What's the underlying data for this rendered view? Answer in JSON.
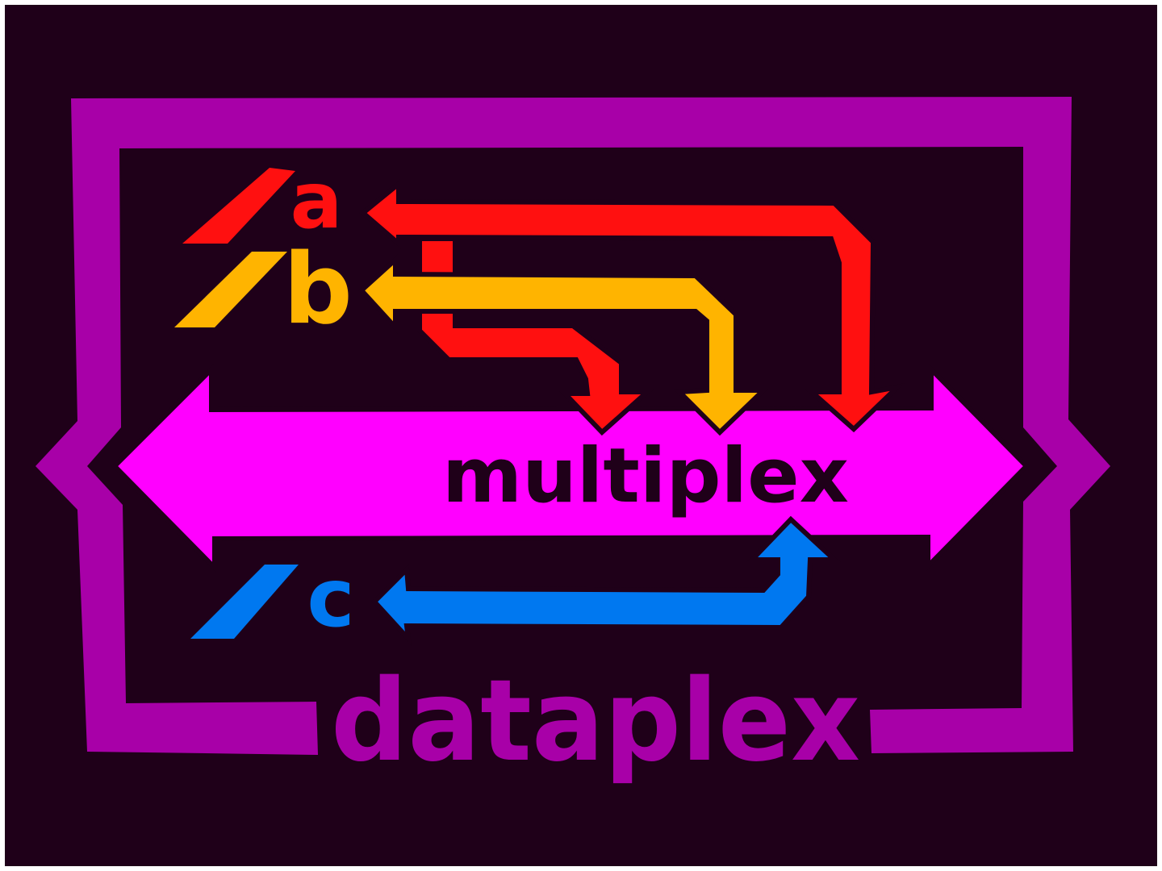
{
  "colors": {
    "background": "#1f0019",
    "frame": "#a800a8",
    "bus": "#ff00ff",
    "channel_a": "#ff1010",
    "channel_b": "#ffb400",
    "channel_c": "#0078f0",
    "outline": "#1f0019"
  },
  "channels": [
    {
      "id": "a",
      "label": "a"
    },
    {
      "id": "b",
      "label": "b"
    },
    {
      "id": "c",
      "label": "c"
    }
  ],
  "bus_label": "multiplex",
  "footer_label": "dataplex"
}
